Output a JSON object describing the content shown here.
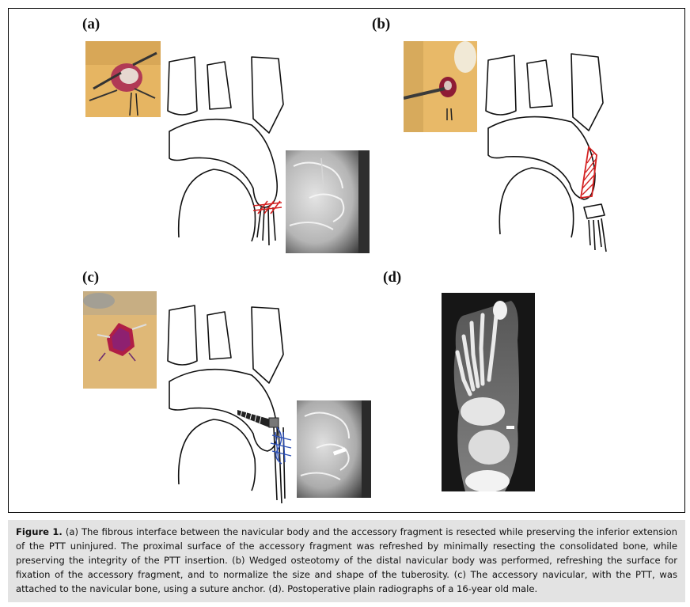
{
  "figure": {
    "panels": [
      {
        "id": "a",
        "label": "(a)"
      },
      {
        "id": "b",
        "label": "(b)"
      },
      {
        "id": "c",
        "label": "(c)"
      },
      {
        "id": "d",
        "label": "(d)"
      }
    ]
  },
  "caption": {
    "heading": "Figure 1.",
    "text": " (a) The fibrous interface between the navicular body and the accessory fragment is resected while preserving the inferior extension of the PTT uninjured. The proximal surface of the accessory fragment was refreshed by minimally resecting the consolidated bone, while preserving the integrity of the PTT insertion. (b) Wedged osteotomy of the distal navicular body was performed, refreshing the surface for fixation of the accessory fragment, and to normalize the size and shape of the tuberosity. (c) The accessory navicular, with the PTT, was attached to the navicular bone, using a suture anchor. (d). Postoperative plain radiographs of a 16-year old male."
  },
  "colors": {
    "resection_red": "#d42020",
    "suture_blue": "#2c4fb5",
    "photo_skin": "#e3b15c",
    "wound": "#a0153e",
    "xray_dark": "#2a2a2a",
    "caption_bg": "#e3e3e3"
  }
}
